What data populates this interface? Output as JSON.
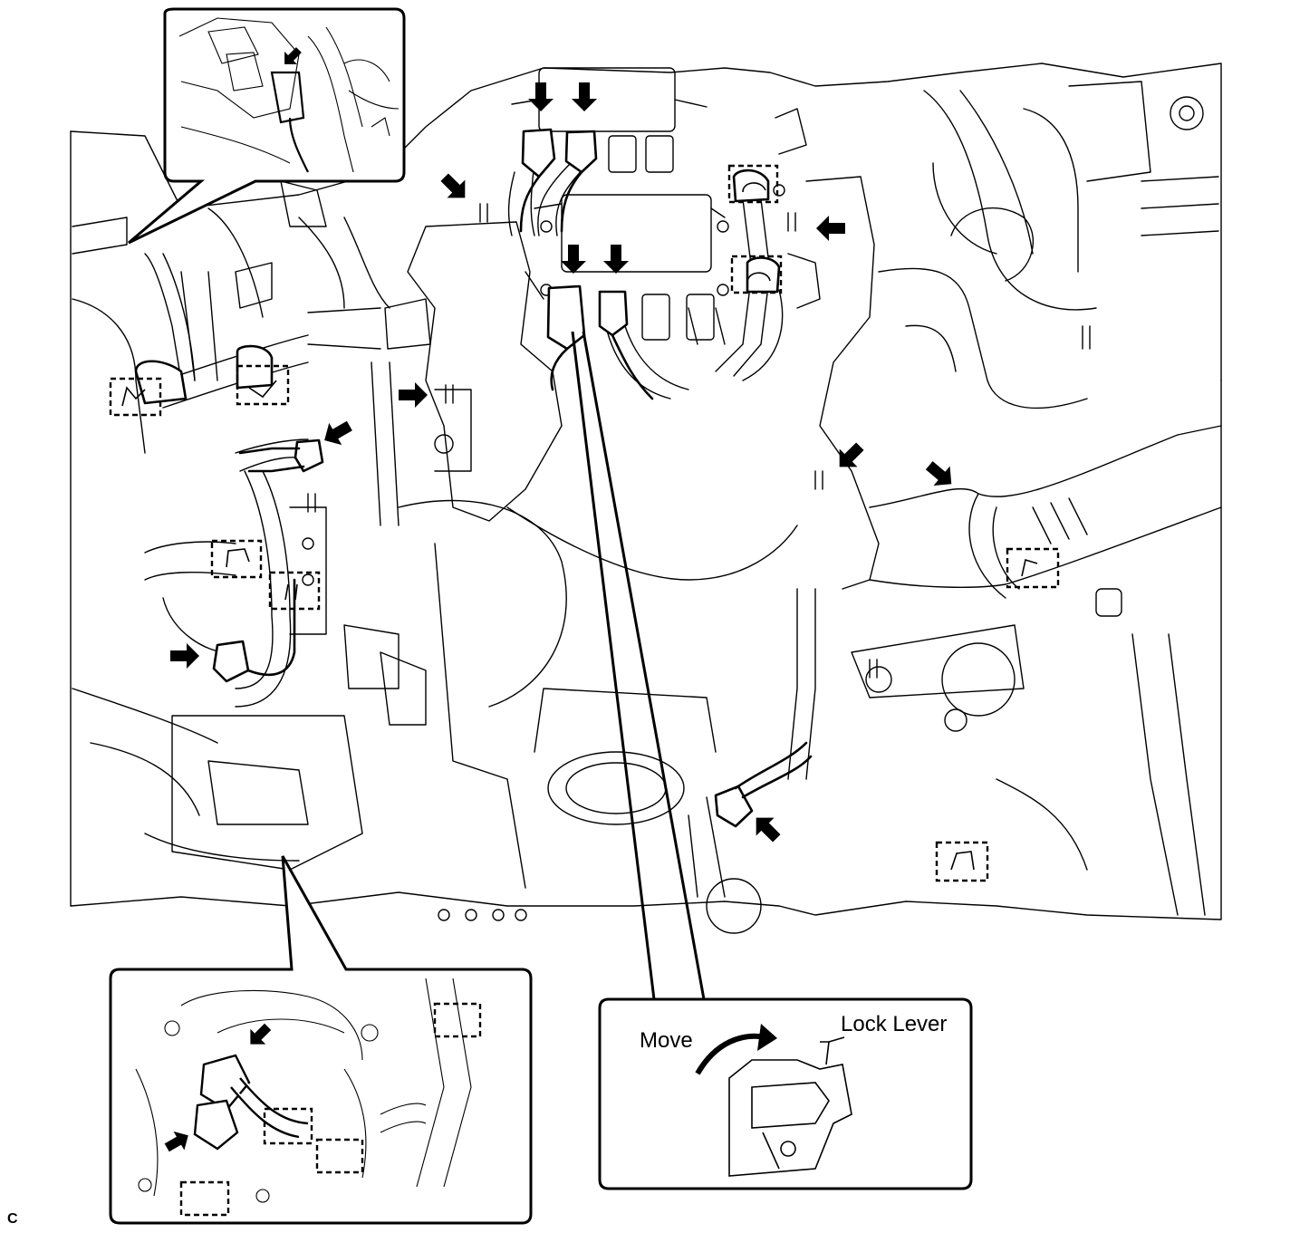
{
  "figure": {
    "callout_move_label": "Move",
    "callout_lock_lever_label": "Lock Lever",
    "figure_code": "C"
  },
  "colors": {
    "line": "#000000",
    "background": "#ffffff"
  },
  "icons": {
    "pointer": "bold-arrow-icon",
    "clip_marker": "dashed-box-icon",
    "rotation": "curved-arrow-icon"
  }
}
